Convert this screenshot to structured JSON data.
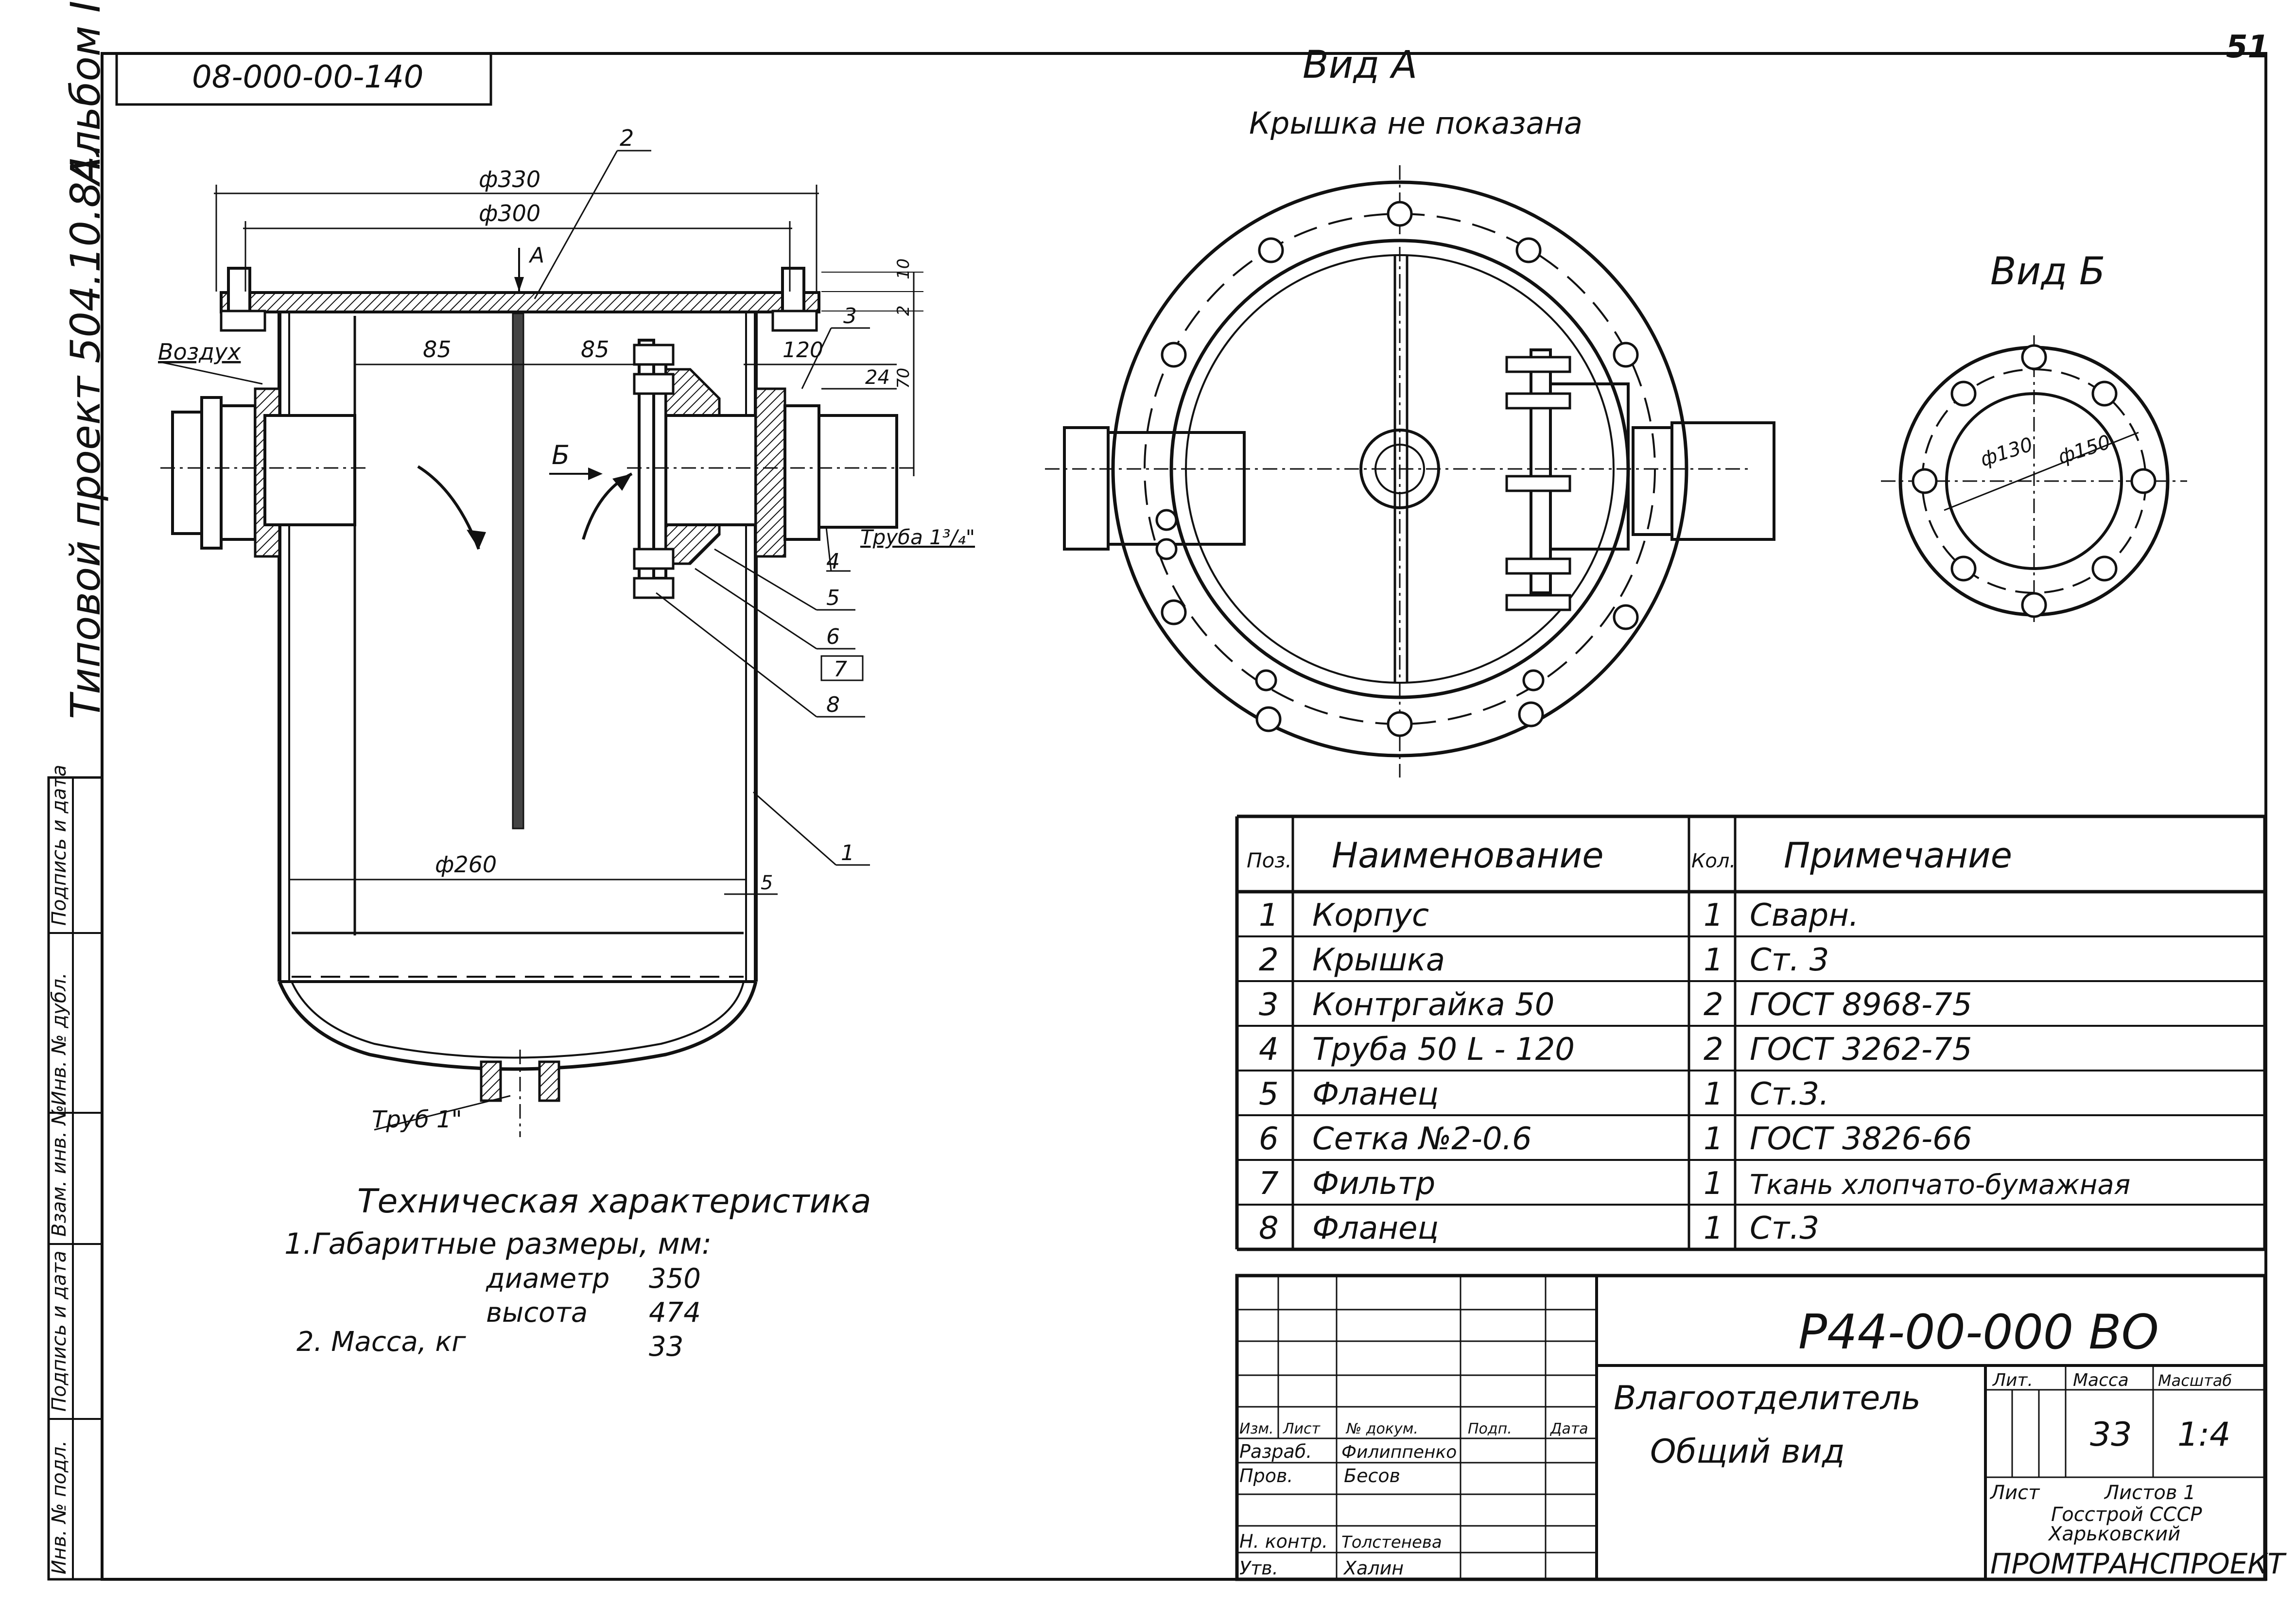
{
  "page_number": "51",
  "album_code": "08-000-00-140",
  "side_vertical": {
    "project": "Типовой проект 504.10.84.",
    "album": "Альбом I"
  },
  "views": {
    "view_a_title": "Вид А",
    "view_a_note": "Крышка не показана",
    "view_b_title": "Вид Б"
  },
  "labels": {
    "air": "Воздух",
    "pipe_34": "Труба 1³/₄\"",
    "drain": "Труб 1\"",
    "a_mark": "А",
    "b_mark": "Б"
  },
  "dims": {
    "d330": "ф330",
    "d300": "ф300",
    "d260": "ф260",
    "d130": "ф130",
    "d150": "ф150",
    "w85a": "85",
    "w85b": "85",
    "w120": "120",
    "w24": "24",
    "v10": "10",
    "v2": "2",
    "v70": "70",
    "t5": "5"
  },
  "leaders": [
    "1",
    "2",
    "3",
    "4",
    "5",
    "6",
    "7",
    "8"
  ],
  "tech": {
    "title": "Техническая характеристика",
    "line1": "1.Габаритные размеры, мм:",
    "diam_label": "диаметр",
    "diam_value": "350",
    "height_label": "высота",
    "height_value": "474",
    "mass_label": "2. Масса, кг",
    "mass_value": "33"
  },
  "spec_table": {
    "headers": [
      "Поз.",
      "Наименование",
      "Кол.",
      "Примечание"
    ],
    "rows": [
      [
        "1",
        "Корпус",
        "1",
        "Сварн."
      ],
      [
        "2",
        "Крышка",
        "1",
        "Ст. 3"
      ],
      [
        "3",
        "Контргайка 50",
        "2",
        "ГОСТ 8968-75"
      ],
      [
        "4",
        "Труба 50 L - 120",
        "2",
        "ГОСТ 3262-75"
      ],
      [
        "5",
        "Фланец",
        "1",
        "Ст.3."
      ],
      [
        "6",
        "Сетка №2-0.6",
        "1",
        "ГОСТ 3826-66"
      ],
      [
        "7",
        "Фильтр",
        "1",
        "Ткань хлопчато-бумажная"
      ],
      [
        "8",
        "Фланец",
        "1",
        "Ст.3"
      ]
    ]
  },
  "title_block": {
    "doc_code": "Р44-00-000 ВО",
    "name_line1": "Влагоотделитель",
    "name_line2": "Общий вид",
    "col_izm": "Изм.",
    "col_list": "Лист",
    "col_ndoc": "№ докум.",
    "col_podp": "Подп.",
    "col_data": "Дата",
    "razrab_label": "Разраб.",
    "razrab_name": "Филиппенко",
    "prov_label": "Пров.",
    "prov_name": "Бесов",
    "nkontr_label": "Н. контр.",
    "nkontr_name": "Толстенева",
    "utv_label": "Утв.",
    "utv_name": "Халин",
    "lit_label": "Лит.",
    "mass_label": "Масса",
    "scale_label": "Масштаб",
    "mass_value": "33",
    "scale_value": "1:4",
    "sheet_label": "Лист",
    "sheets_label": "Листов 1",
    "org_line1": "Госстрой СССР",
    "org_line2": "Харьковский",
    "org_line3": "ПРОМТРАНСПРОЕКТ"
  },
  "stamp_side": [
    "Инв. № подл.",
    "Подпись и дата",
    "Взам. инв. №",
    "Инв. № дубл.",
    "Подпись и дата"
  ]
}
